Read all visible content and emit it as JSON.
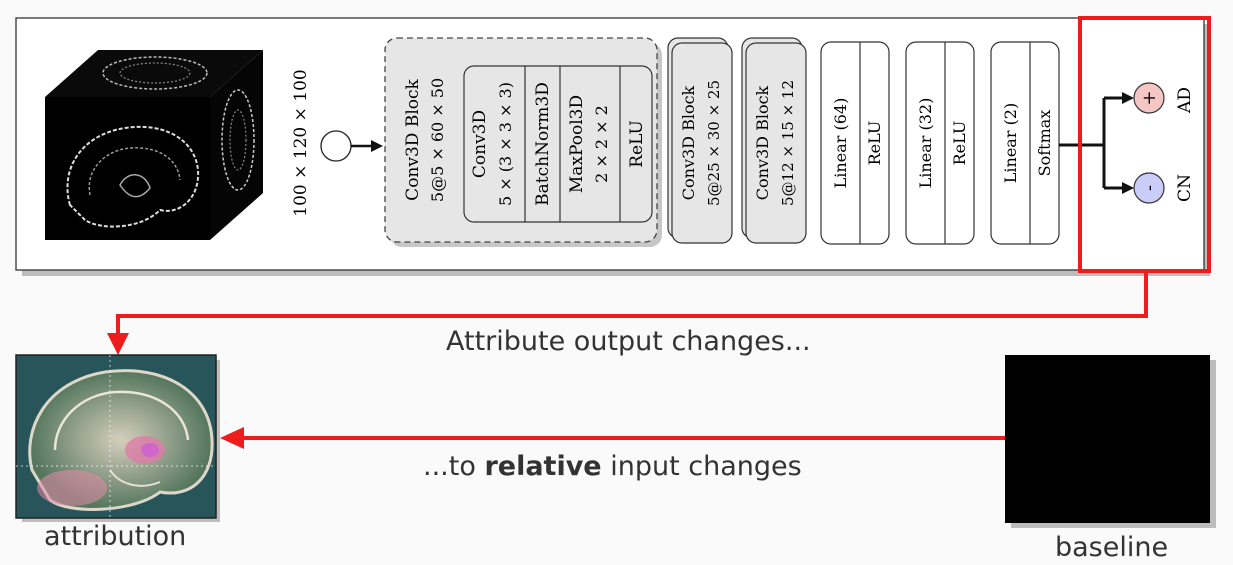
{
  "input": {
    "shape_label": "100 × 120 × 100"
  },
  "conv_block1": {
    "title": "Conv3D Block",
    "shape": "5@5 × 60 × 50",
    "layers": [
      {
        "name": "Conv3D",
        "detail": "5 × (3 × 3 × 3)"
      },
      {
        "name": "BatchNorm3D",
        "detail": ""
      },
      {
        "name": "MaxPool3D",
        "detail": "2 × 2 × 2"
      },
      {
        "name": "ReLU",
        "detail": ""
      }
    ]
  },
  "conv_block2": {
    "title": "Conv3D Block",
    "shape": "5@25 × 30 × 25"
  },
  "conv_block3": {
    "title": "Conv3D Block",
    "shape": "5@12 × 15 × 12"
  },
  "dense_layers": [
    {
      "linear": "Linear (64)",
      "activation": "ReLU"
    },
    {
      "linear": "Linear (32)",
      "activation": "ReLU"
    },
    {
      "linear": "Linear (2)",
      "activation": "Softmax"
    }
  ],
  "outputs": [
    {
      "symbol": "+",
      "label": "AD",
      "color": "#f4c6c4"
    },
    {
      "symbol": "-",
      "label": "CN",
      "color": "#c9cdf7"
    }
  ],
  "captions": {
    "output_changes": "Attribute output changes...",
    "relative_prefix": "...to ",
    "relative_bold": "relative",
    "relative_suffix": " input changes",
    "attribution": "attribution",
    "baseline": "baseline"
  },
  "colors": {
    "highlight": "#ee1c1c",
    "block_fill": "#e6e6e6"
  }
}
